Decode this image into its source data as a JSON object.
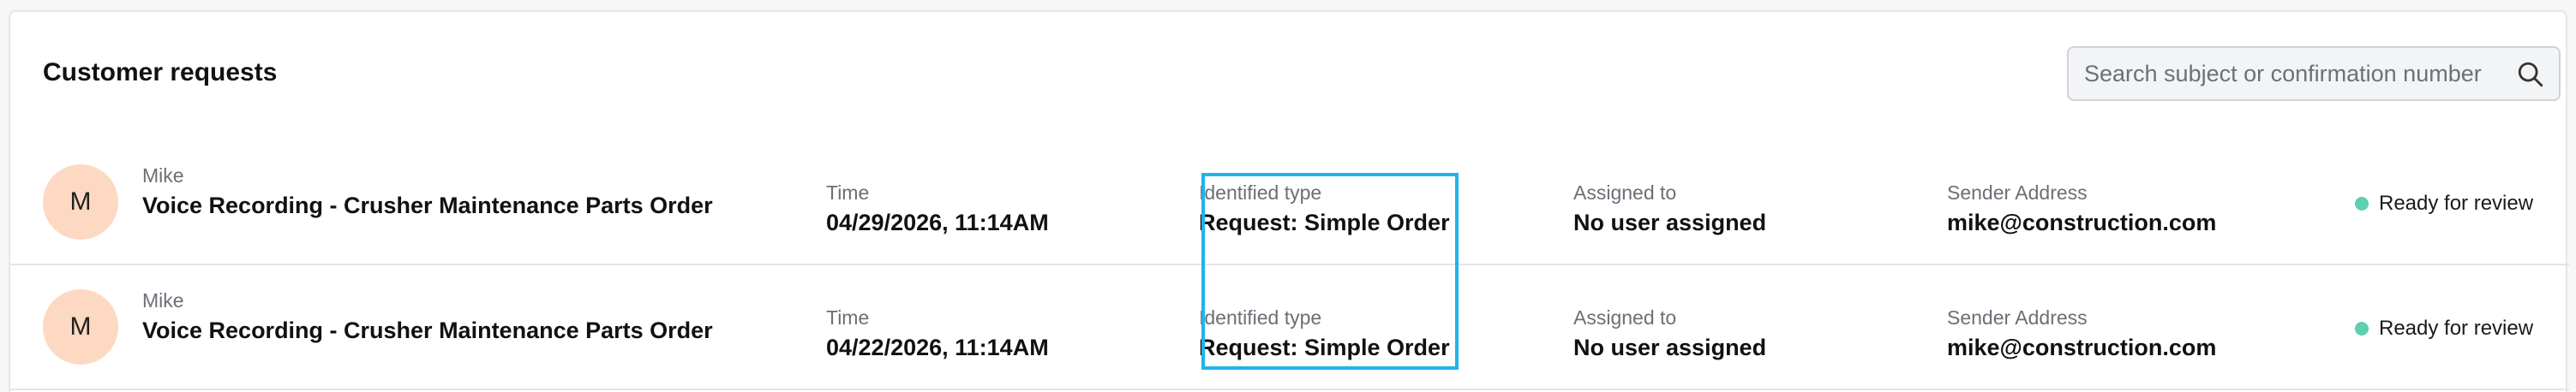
{
  "header": {
    "title": "Customer requests"
  },
  "search": {
    "placeholder": "Search subject or confirmation number"
  },
  "rows": [
    {
      "avatar_initial": "M",
      "sender_name": "Mike",
      "subject": "Voice Recording - Crusher Maintenance Parts Order",
      "time_label": "Time",
      "time": "04/29/2026, 11:14AM",
      "type_label": "Identified type",
      "type": "Request: Simple Order",
      "assigned_label": "Assigned to",
      "assigned": "No user assigned",
      "address_label": "Sender Address",
      "address": "mike@construction.com",
      "status": "Ready for review"
    },
    {
      "avatar_initial": "M",
      "sender_name": "Mike",
      "subject": "Voice Recording - Crusher Maintenance Parts Order",
      "time_label": "Time",
      "time": "04/22/2026, 11:14AM",
      "type_label": "Identified type",
      "type": "Request: Simple Order",
      "assigned_label": "Assigned to",
      "assigned": "No user assigned",
      "address_label": "Sender Address",
      "address": "mike@construction.com",
      "status": "Ready for review"
    }
  ],
  "colors": {
    "avatar_bg": "#fdd9c3",
    "status_dot": "#5ecfb0",
    "highlight_border": "#1eb4ea"
  },
  "icons": {
    "search": "search-icon",
    "status": "status-dot-icon"
  }
}
